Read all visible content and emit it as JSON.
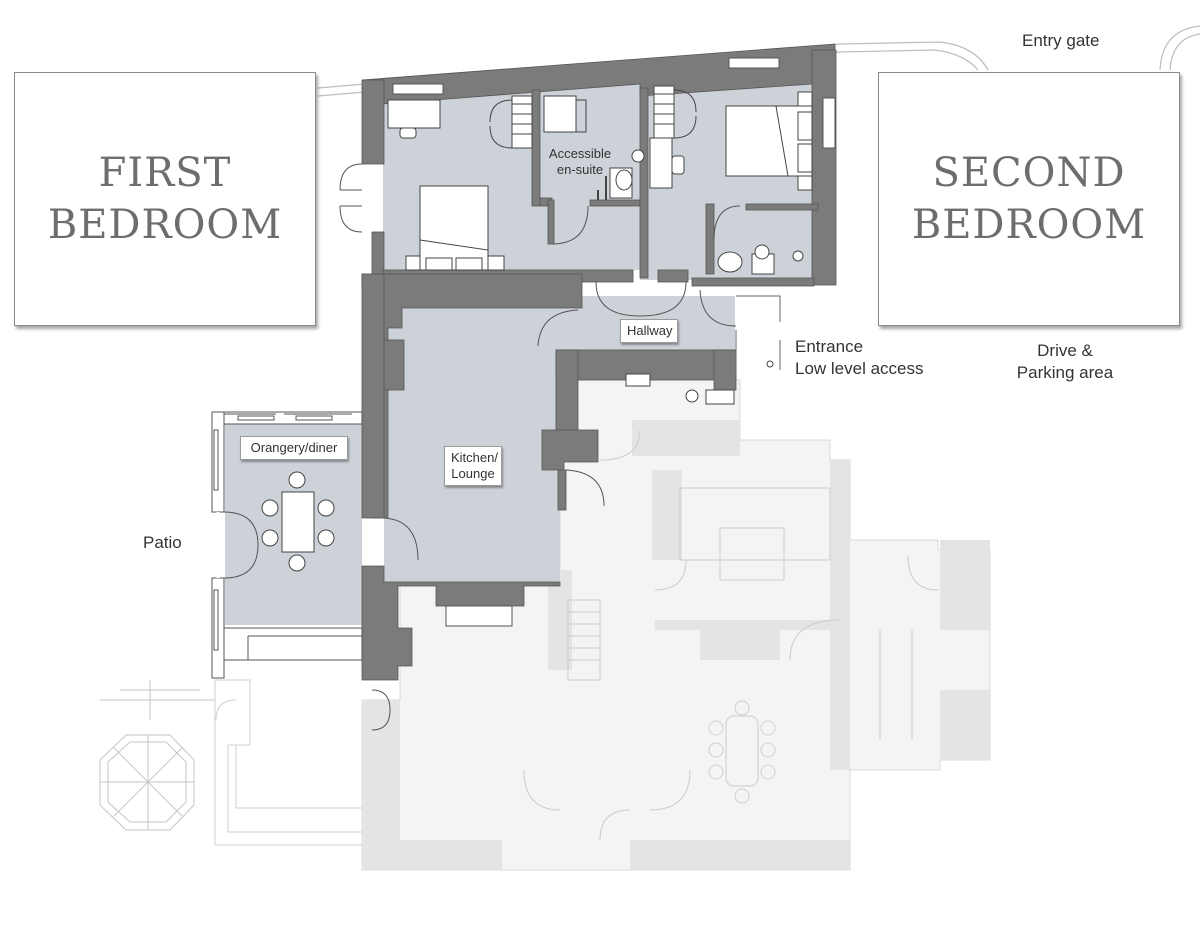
{
  "callouts": {
    "first_bedroom": {
      "line1": "FIRST",
      "line2": "BEDROOM"
    },
    "second_bedroom": {
      "line1": "SECOND",
      "line2": "BEDROOM"
    }
  },
  "rooms": {
    "ensuite": {
      "line1": "Accessible",
      "line2": "en-suite"
    },
    "hallway": "Hallway",
    "orangery": "Orangery/diner",
    "kitchen": {
      "line1": "Kitchen/",
      "line2": "Lounge"
    }
  },
  "outside": {
    "entry_gate": "Entry gate",
    "entrance": {
      "line1": "Entrance",
      "line2": "Low level access"
    },
    "drive": {
      "line1": "Drive &",
      "line2": "Parking area"
    },
    "patio": "Patio"
  },
  "colors": {
    "wall": "#7a7a7a",
    "floor": "#cfd3da",
    "faded": "#e6e6e6",
    "faded_line": "#c8c8c8"
  }
}
